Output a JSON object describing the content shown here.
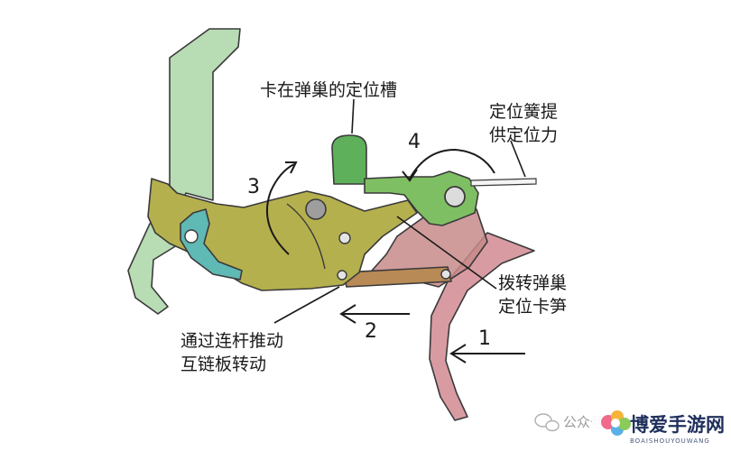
{
  "labels": {
    "magazine_notch": "卡在弹巢的定位槽",
    "spring_line1": "定位簧提",
    "spring_line2": "供定位力",
    "pawl_line1": "拨转弹巢",
    "pawl_line2": "定位卡笋",
    "rod_line1": "通过连杆推动",
    "rod_line2": "互链板转动"
  },
  "step_numbers": [
    "1",
    "2",
    "3",
    "4"
  ],
  "watermark": {
    "text": "公众号 · 轻兵器",
    "logo_main": "博爱手游网",
    "logo_sub": "BOAISHOUYOUWANG"
  },
  "colors": {
    "hammer": "#b8dcb4",
    "sear": "#b5b04e",
    "latch": "#5fb9b4",
    "stop": "#5fb05a",
    "pawl": "#7fbf63",
    "trigger": "#d99ba2",
    "trigger_body": "#c78a8a",
    "rod": "#b88a55",
    "outline": "#3a3a3a"
  }
}
